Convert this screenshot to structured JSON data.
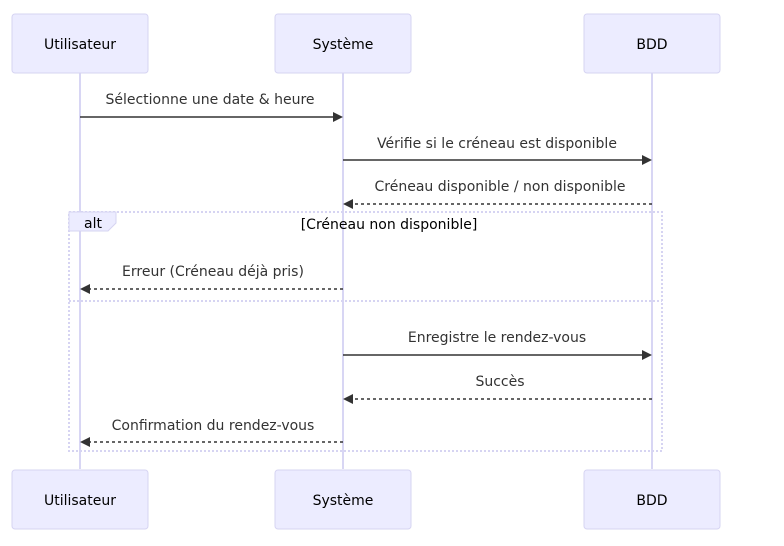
{
  "participants": [
    {
      "id": "user",
      "label": "Utilisateur"
    },
    {
      "id": "sys",
      "label": "Système"
    },
    {
      "id": "db",
      "label": "BDD"
    }
  ],
  "messages": [
    {
      "from": "user",
      "to": "sys",
      "text": "Sélectionne une date & heure",
      "style": "solid"
    },
    {
      "from": "sys",
      "to": "db",
      "text": "Vérifie si le créneau est disponible",
      "style": "solid"
    },
    {
      "from": "db",
      "to": "sys",
      "text": "Créneau disponible / non disponible",
      "style": "dashed"
    },
    {
      "from": "sys",
      "to": "user",
      "text": "Erreur (Créneau déjà pris)",
      "style": "dashed"
    },
    {
      "from": "sys",
      "to": "db",
      "text": "Enregistre le rendez-vous",
      "style": "solid"
    },
    {
      "from": "db",
      "to": "sys",
      "text": "Succès",
      "style": "dashed"
    },
    {
      "from": "sys",
      "to": "user",
      "text": "Confirmation du rendez-vous",
      "style": "dashed"
    }
  ],
  "alt_block": {
    "tag": "alt",
    "condition": "[Créneau non disponible]"
  }
}
